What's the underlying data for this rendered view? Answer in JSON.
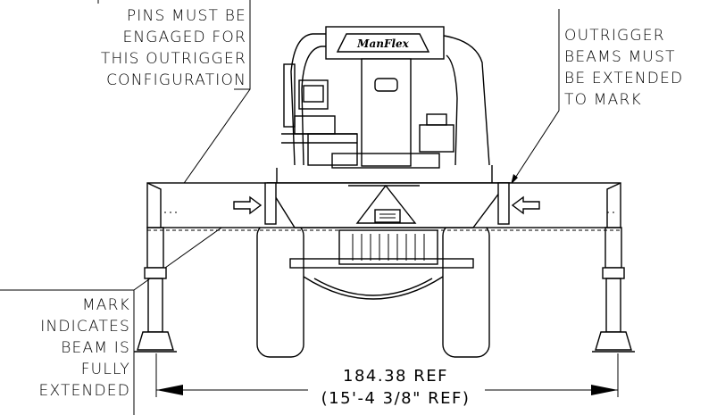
{
  "callouts": {
    "pins": {
      "lines": [
        "PINS MUST BE",
        "ENGAGED FOR",
        "THIS OUTRIGGER",
        "CONFIGURATION"
      ]
    },
    "beams": {
      "lines": [
        "OUTRIGGER",
        "BEAMS MUST",
        "BE EXTENDED",
        "TO MARK"
      ]
    },
    "mark": {
      "lines": [
        "MARK",
        "INDICATES",
        "BEAM IS",
        "FULLY",
        "EXTENDED"
      ]
    }
  },
  "dimension": {
    "primary": "184.38 REF",
    "secondary": "(15'-4 3/8\" REF)"
  },
  "logo_text": "ManFlex",
  "colors": {
    "ink": "#000000",
    "paper": "#ffffff"
  }
}
